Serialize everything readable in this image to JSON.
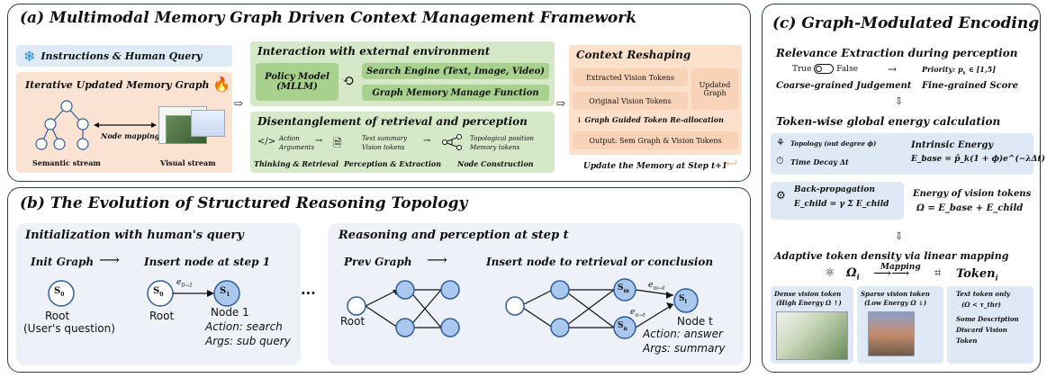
{
  "panel_a": {
    "title": "(a) Multimodal Memory Graph Driven Context Management Framework",
    "instructions": "Instructions & Human Query",
    "iterative": "Iterative Updated Memory Graph",
    "node_mapping": "Node mapping",
    "semantic_stream": "Semantic stream",
    "visual_stream": "Visual stream",
    "interaction_title": "Interaction with external environment",
    "policy_model": "Policy Model",
    "policy_model2": "(MLLM)",
    "search_engine": "Search Engine (Text, Image, Video)",
    "graph_memory": "Graph Memory Manage Function",
    "disentangle_title": "Disentanglement of retrieval and perception",
    "code_glyph": "</>",
    "action": "Action",
    "arguments": "Arguments",
    "text_summary": "Text summary",
    "vision_tokens": "Vision tokens",
    "topo_position": "Topological position",
    "memory_tokens": "Memory tokens",
    "thinking": "Thinking & Retrieval",
    "perception": "Perception & Extraction",
    "node_construction": "Node Construction",
    "context_title": "Context Reshaping",
    "extracted": "Extracted Vision Tokens",
    "original": "Original Vision Tokens",
    "updated_graph": "Updated Graph",
    "graph_guided": "Graph Guided Token Re-allocation",
    "output": "Output: Sem Graph & Vision Tokens",
    "update_memory": "Update the Memory at Step t+1"
  },
  "panel_b": {
    "title": "(b) The Evolution of Structured Reasoning Topology",
    "init_title": "Initialization with human's query",
    "init_graph": "Init Graph",
    "insert_node": "Insert node at step 1",
    "s0": "S",
    "s0_sub": "0",
    "s1_sub": "1",
    "edge_label": "e",
    "edge_sub": "0→1",
    "root": "Root",
    "users_question": "(User's question)",
    "node1": "Node 1",
    "action_search": "Action: search",
    "args_subquery": "Args: sub query",
    "ellipsis": "···",
    "step_t_title": "Reasoning and perception at step t",
    "prev_graph": "Prev Graph",
    "insert_retrieval": "Insert node to retrieval or conclusion",
    "sm_sub": "m",
    "sn_sub": "n",
    "st_sub": "t",
    "em_sub": "m→t",
    "en_sub": "n→t",
    "node_t": "Node t",
    "action_answer": "Action: answer",
    "args_summary": "Args: summary"
  },
  "panel_c": {
    "title": "(c) Graph-Modulated Encoding",
    "relevance_title": "Relevance Extraction during perception",
    "true_label": "True",
    "false_label": "False",
    "priority": "Priority: p",
    "priority_range": "∈ [1,5]",
    "coarse": "Coarse-grained Judgement",
    "fine": "Fine-grained Score",
    "token_energy_title": "Token-wise global energy calculation",
    "topology": "Topology (out degree ϕ)",
    "time_decay": "Time Decay Δt",
    "intrinsic": "Intrinsic Energy",
    "intrinsic_formula": "E_base = p̂_k(1 + ϕ)e^(−λΔt)",
    "back_prop": "Back-propagation",
    "back_formula": "E_child = γ Σ E_child",
    "energy_vision": "Energy of vision tokens",
    "energy_formula": "Ω = E_base + E_child",
    "adaptive_title": "Adaptive token density via linear mapping",
    "omega": "Ω",
    "omega_sub": "i",
    "mapping": "Mapping",
    "token": "Token",
    "token_sub": "i",
    "dense": "Dense vision token",
    "dense2": "(High Energy Ω ↑)",
    "sparse": "Sparse vision token",
    "sparse2": "(Low Energy Ω ↓)",
    "text_only": "Text token only",
    "text_only2": "(Ω < τ_thr)",
    "some_desc": "Some Description",
    "discard": "Discard Vision",
    "token_word": "Token"
  },
  "colors": {
    "border": "#2c3e50",
    "green": "#d5e8c7",
    "green_dark": "#a9d18e",
    "orange": "#f9d3b8",
    "blue": "#deebf7",
    "node_fill": "#aac8ee",
    "node_stroke": "#2e5d9a"
  }
}
